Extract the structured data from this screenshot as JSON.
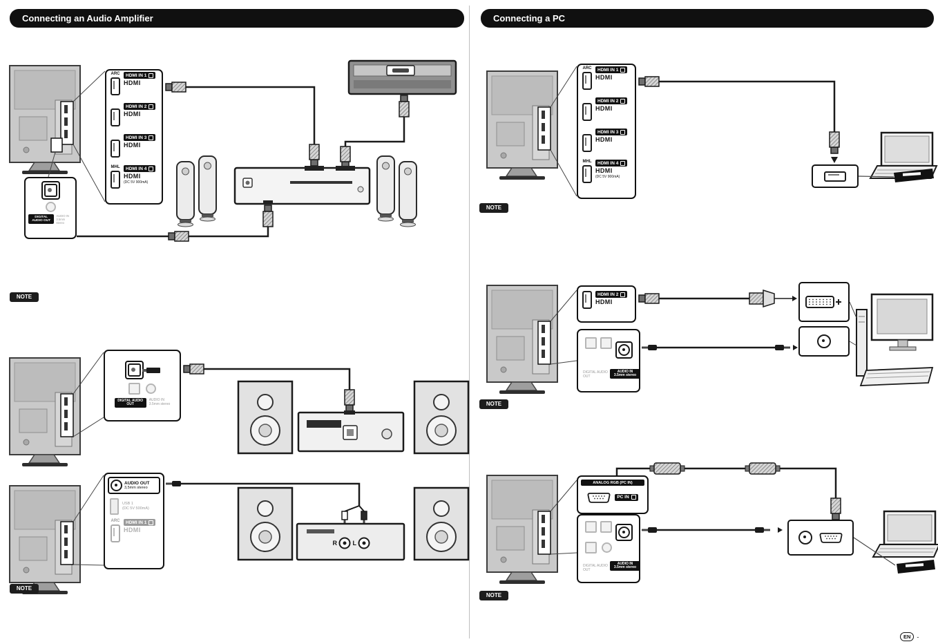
{
  "headers": {
    "left": "Connecting an Audio Amplifier",
    "right": "Connecting a PC"
  },
  "labels": {
    "note": "NOTE",
    "hdmi_logo": "HDMI"
  },
  "ports": {
    "arc": "ARC",
    "mhl": "MHL",
    "hdmi_in_1": "HDMI IN 1",
    "hdmi_in_2": "HDMI IN 2",
    "hdmi_in_3": "HDMI IN 3",
    "hdmi_in_4": "HDMI IN 4",
    "mhl_power": "(DC 5V 900mA)",
    "digital_audio_out": "DIGITAL AUDIO OUT",
    "audio_in": "AUDIO IN",
    "audio_in_sub": "3.5mm stereo",
    "audio_out": "AUDIO OUT",
    "audio_out_sub": "3,5mm stereo",
    "usb": "USB 1",
    "usb_power": "(DC 5V 500mA)",
    "analog_rgb": "ANALOG RGB (PC IN)",
    "pc_in": "PC IN"
  },
  "amplifier": {
    "right_channel": "R",
    "left_channel": "L"
  },
  "footer": {
    "lang": "EN",
    "separator": "-"
  }
}
